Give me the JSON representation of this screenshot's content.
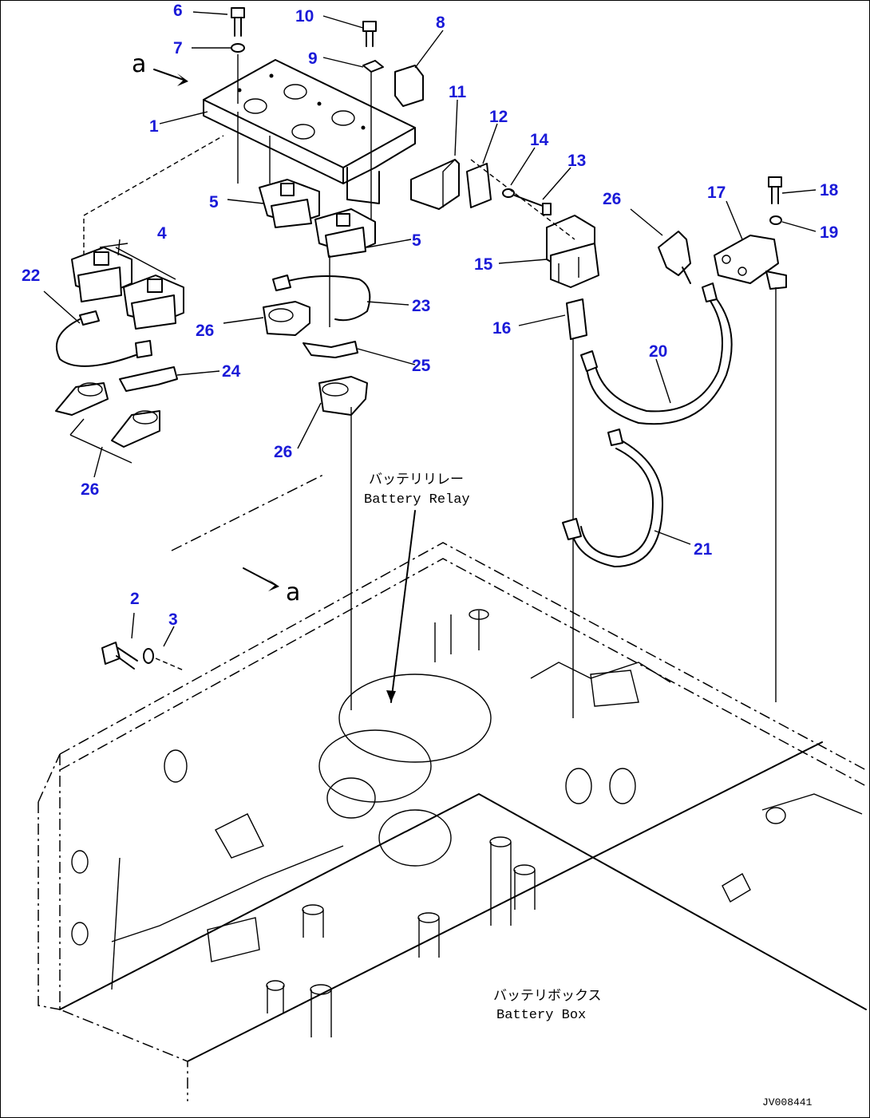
{
  "view_marker": "a",
  "callouts": [
    {
      "id": "c1",
      "text": "1"
    },
    {
      "id": "c2",
      "text": "2"
    },
    {
      "id": "c3",
      "text": "3"
    },
    {
      "id": "c4",
      "text": "4"
    },
    {
      "id": "c5a",
      "text": "5"
    },
    {
      "id": "c5b",
      "text": "5"
    },
    {
      "id": "c6",
      "text": "6"
    },
    {
      "id": "c7",
      "text": "7"
    },
    {
      "id": "c8",
      "text": "8"
    },
    {
      "id": "c9",
      "text": "9"
    },
    {
      "id": "c10",
      "text": "10"
    },
    {
      "id": "c11",
      "text": "11"
    },
    {
      "id": "c12",
      "text": "12"
    },
    {
      "id": "c13",
      "text": "13"
    },
    {
      "id": "c14",
      "text": "14"
    },
    {
      "id": "c15",
      "text": "15"
    },
    {
      "id": "c16",
      "text": "16"
    },
    {
      "id": "c17",
      "text": "17"
    },
    {
      "id": "c18",
      "text": "18"
    },
    {
      "id": "c19",
      "text": "19"
    },
    {
      "id": "c20",
      "text": "20"
    },
    {
      "id": "c21",
      "text": "21"
    },
    {
      "id": "c22",
      "text": "22"
    },
    {
      "id": "c23",
      "text": "23"
    },
    {
      "id": "c24",
      "text": "24"
    },
    {
      "id": "c25",
      "text": "25"
    },
    {
      "id": "c26a",
      "text": "26"
    },
    {
      "id": "c26b",
      "text": "26"
    },
    {
      "id": "c26c",
      "text": "26"
    },
    {
      "id": "c26d",
      "text": "26"
    }
  ],
  "labels": {
    "battery_relay_jp": "バッテリリレー",
    "battery_relay_en": "Battery Relay",
    "battery_box_jp": "バッテリボックス",
    "battery_box_en": "Battery Box",
    "drawing_code": "JV008441"
  },
  "colors": {
    "callout": "#1a1ad8",
    "line": "#000000",
    "background": "#ffffff"
  }
}
